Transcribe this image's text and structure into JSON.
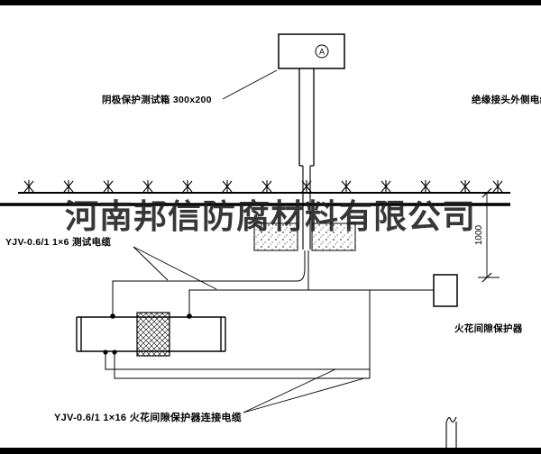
{
  "watermark": {
    "text": "河南邦信防腐材料有限公司"
  },
  "annotations": {
    "test_box_label": "阴极保护测试箱 300x200",
    "outer_cable_label": "绝缘接头外侧电缆",
    "test_cable_label": "YJV-0.6/1 1×6  测试电缆",
    "spark_gap_label": "火花间隙保护器",
    "spark_gap_cable_label": "YJV-0.6/1 1×16  火花间隙保护器连接电缆"
  },
  "symbols": {
    "ammeter": "A"
  },
  "dimensions": {
    "burial_depth": "1000"
  },
  "colors": {
    "line": "#000000",
    "background": "#ffffff"
  }
}
